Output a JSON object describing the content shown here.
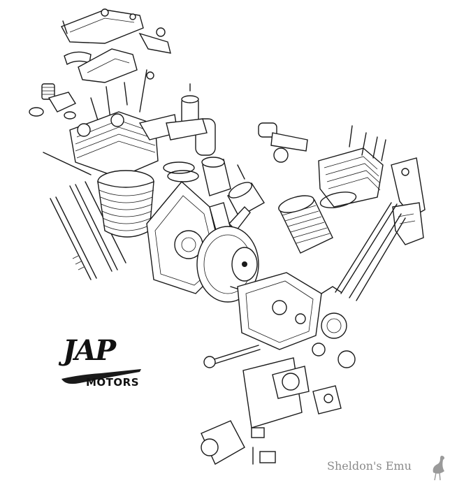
{
  "logo": {
    "letters": "JAP",
    "motors": "MOTORS"
  },
  "watermark": {
    "text": "Sheldon's Emu"
  },
  "colors": {
    "ink": "#1a1a1a",
    "background": "#ffffff",
    "watermark": "#8a8a8a"
  },
  "icons": [
    "emu-icon"
  ]
}
